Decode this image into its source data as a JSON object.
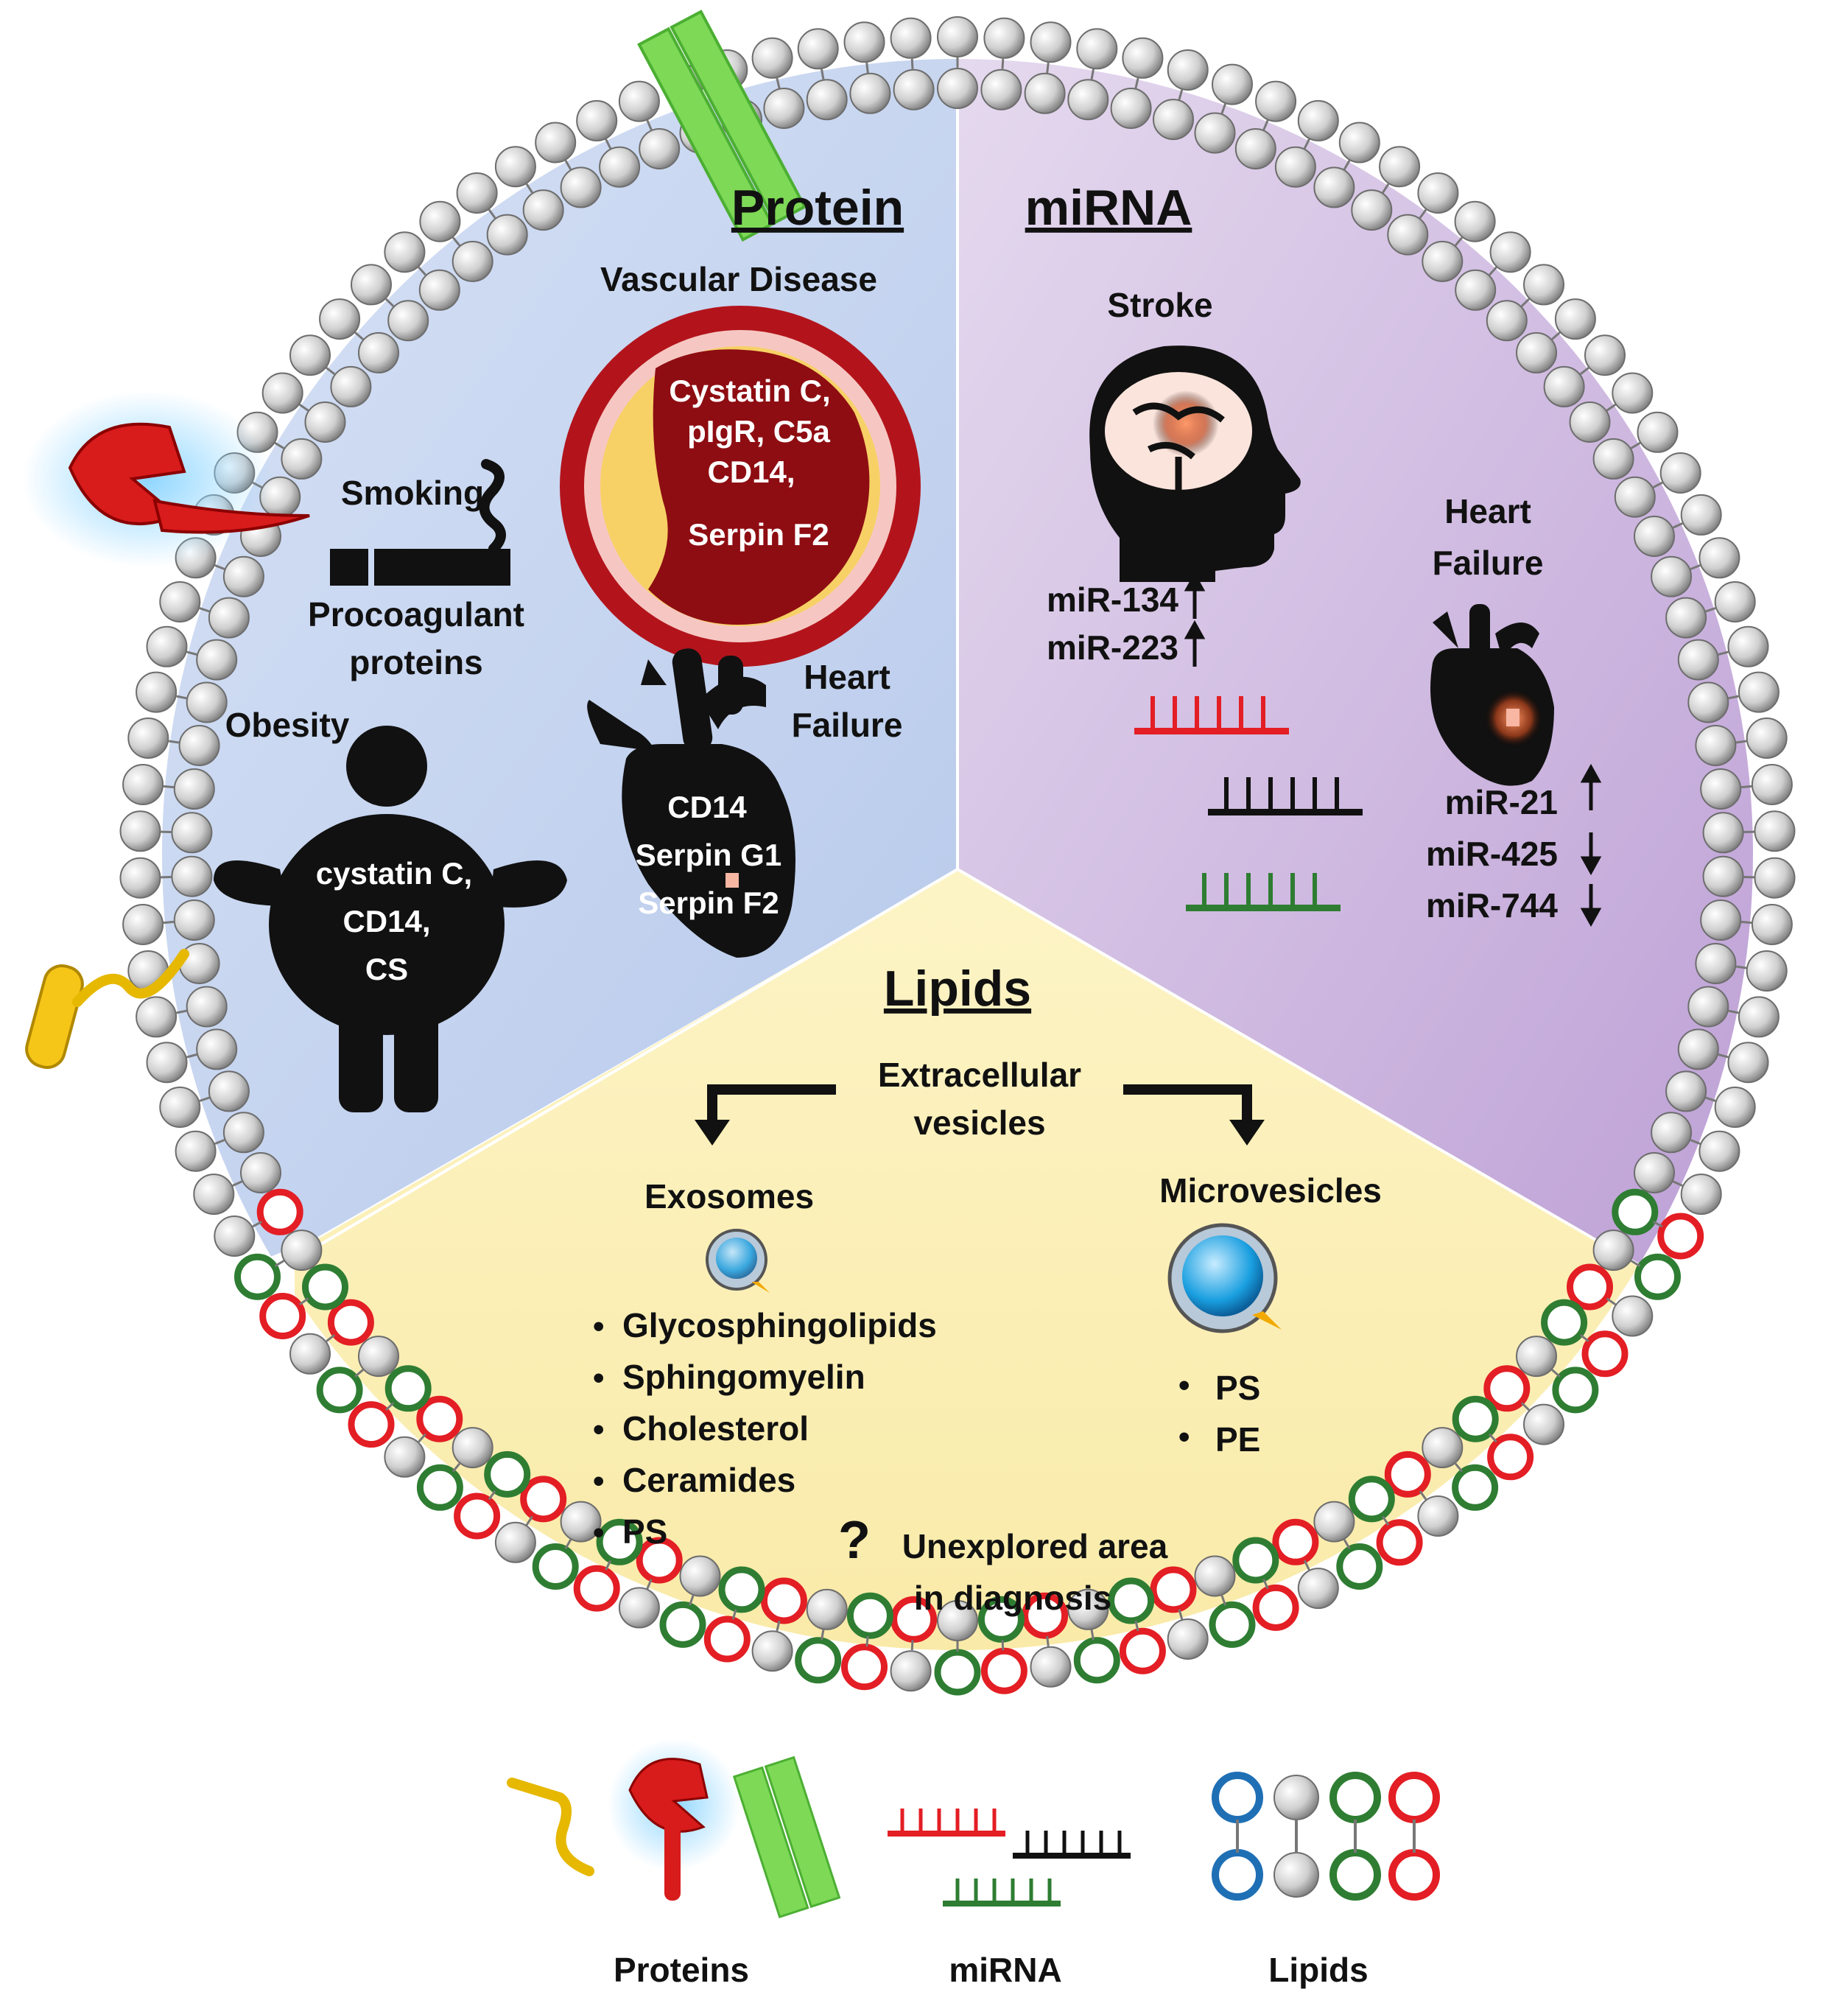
{
  "sections": {
    "protein": {
      "title": "Protein",
      "vascular": {
        "label": "Vascular Disease",
        "lines": [
          "Cystatin C,",
          "pIgR, C5a",
          "CD14,",
          "Serpin F2"
        ]
      },
      "smoking": "Smoking",
      "procoagulant": [
        "Procoagulant",
        "proteins"
      ],
      "obesity": {
        "label": "Obesity",
        "lines": [
          "cystatin C,",
          "CD14,",
          "CS"
        ]
      },
      "heart_failure": {
        "label": [
          "Heart",
          "Failure"
        ],
        "lines": [
          "CD14",
          "Serpin G1",
          "Serpin F2"
        ]
      }
    },
    "mirna": {
      "title": "miRNA",
      "stroke": {
        "label": "Stroke",
        "items": [
          {
            "name": "miR-134",
            "dir": "up"
          },
          {
            "name": "miR-223",
            "dir": "up"
          }
        ]
      },
      "heart_failure": {
        "label": [
          "Heart",
          "Failure"
        ],
        "items": [
          {
            "name": "miR-21",
            "dir": "up"
          },
          {
            "name": "miR-425",
            "dir": "down"
          },
          {
            "name": "miR-744",
            "dir": "down"
          }
        ]
      }
    },
    "lipids": {
      "title": "Lipids",
      "ev_label": [
        "Extracellular",
        "vesicles"
      ],
      "exosomes": {
        "label": "Exosomes",
        "items": [
          "Glycosphingolipids",
          "Sphingomyelin",
          "Cholesterol",
          "Ceramides",
          "PS"
        ]
      },
      "microvesicles": {
        "label": "Microvesicles",
        "items": [
          "PS",
          "PE"
        ]
      },
      "unexplored": [
        "Unexplored area",
        "in diagnosis"
      ],
      "question_mark": "?"
    }
  },
  "legend": {
    "proteins": "Proteins",
    "mirna": "miRNA",
    "lipids": "Lipids"
  },
  "colors": {
    "protein_bg": "#c9d7f0",
    "mirna_bg": "#d3c0e3",
    "lipids_bg": "#fbefb4",
    "mirna_red": "#e31e24",
    "mirna_black": "#111111",
    "mirna_green": "#2e7d32",
    "lipid_blue": "#1f6fb5"
  }
}
